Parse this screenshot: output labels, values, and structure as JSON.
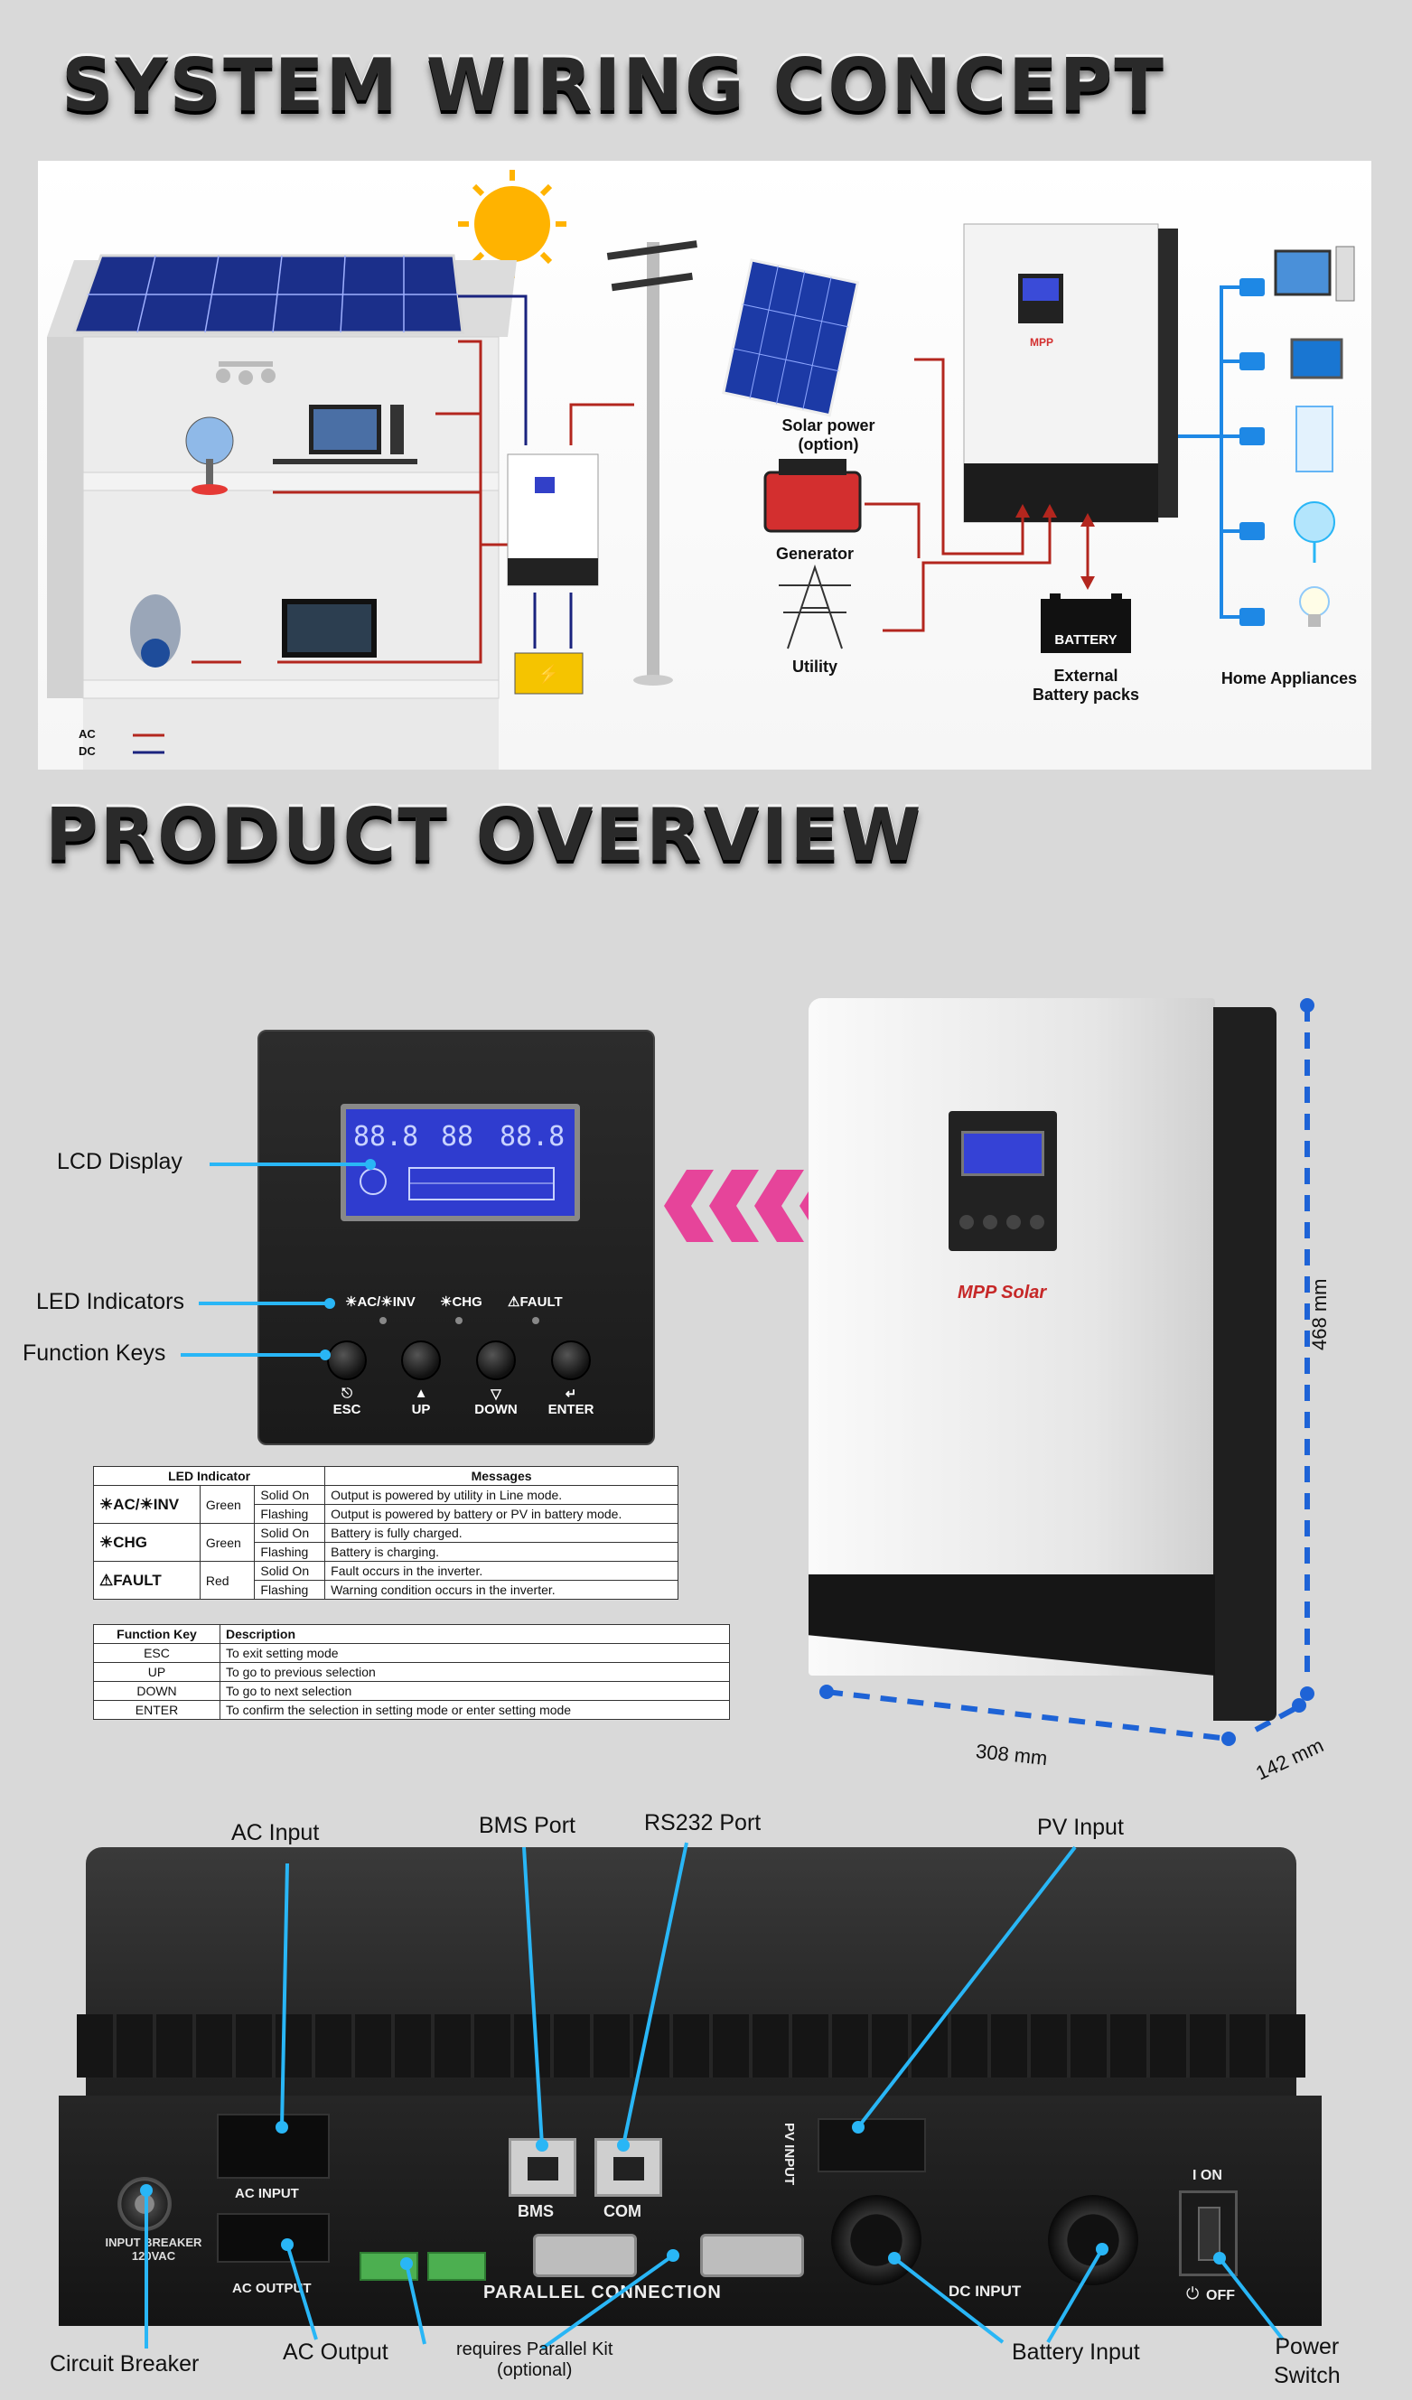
{
  "headings": {
    "wiring": "SYSTEM WIRING CONCEPT",
    "overview": "PRODUCT OVERVIEW"
  },
  "wiring": {
    "solar_label": "Solar power\n(option)",
    "generator_label": "Generator",
    "utility_label": "Utility",
    "battery_box_label": "BATTERY",
    "battery_label": "External\nBattery packs",
    "appliances_label": "Home Appliances",
    "legend_ac": "AC",
    "legend_dc": "DC",
    "colors": {
      "ac": "#b3261e",
      "dc": "#1a237e",
      "load": "#1e88e5"
    }
  },
  "overview": {
    "callouts": {
      "lcd": "LCD Display",
      "led": "LED Indicators",
      "keys": "Function Keys"
    },
    "led_labels": [
      "☀AC/☀INV",
      "☀CHG",
      "⚠FAULT"
    ],
    "keys": [
      {
        "symbol": "⎋",
        "label": "ESC"
      },
      {
        "symbol": "▲",
        "label": "UP"
      },
      {
        "symbol": "▽",
        "label": "DOWN"
      },
      {
        "symbol": "↵",
        "label": "ENTER"
      }
    ],
    "brand": "MPP Solar",
    "dimensions": {
      "height": "468 mm",
      "width": "308 mm",
      "depth": "142 mm"
    },
    "led_table": {
      "headers": [
        "LED Indicator",
        "Messages"
      ],
      "rows": [
        {
          "name": "☀AC/☀INV",
          "color": "Green",
          "state": "Solid On",
          "msg": "Output is powered by utility in Line mode."
        },
        {
          "name": "",
          "color": "",
          "state": "Flashing",
          "msg": "Output is powered by battery or PV in battery mode."
        },
        {
          "name": "☀CHG",
          "color": "Green",
          "state": "Solid On",
          "msg": "Battery is fully charged."
        },
        {
          "name": "",
          "color": "",
          "state": "Flashing",
          "msg": "Battery is charging."
        },
        {
          "name": "⚠FAULT",
          "color": "Red",
          "state": "Solid On",
          "msg": "Fault occurs in the inverter."
        },
        {
          "name": "",
          "color": "",
          "state": "Flashing",
          "msg": "Warning condition occurs in the inverter."
        }
      ]
    },
    "key_table": {
      "headers": [
        "Function Key",
        "Description"
      ],
      "rows": [
        {
          "key": "ESC",
          "desc": "To exit setting mode"
        },
        {
          "key": "UP",
          "desc": "To go to previous selection"
        },
        {
          "key": "DOWN",
          "desc": "To go to next selection"
        },
        {
          "key": "ENTER",
          "desc": "To confirm the selection in setting mode or enter setting mode"
        }
      ]
    }
  },
  "rear": {
    "callouts": {
      "ac_input": "AC Input",
      "bms": "BMS Port",
      "rs232": "RS232 Port",
      "pv": "PV Input",
      "breaker": "Circuit Breaker",
      "ac_output": "AC Output",
      "parallel": "requires Parallel Kit\n(optional)",
      "battery": "Battery Input",
      "power": "Power\nSwitch"
    },
    "panel_text": {
      "breaker": "INPUT BREAKER\n120VAC",
      "ac_input": "AC  INPUT",
      "ac_output": "AC  OUTPUT",
      "bms": "BMS",
      "com": "COM",
      "parallel": "PARALLEL CONNECTION",
      "pv": "PV INPUT",
      "dc": "DC  INPUT",
      "on": "I  ON",
      "off": "OFF"
    }
  }
}
